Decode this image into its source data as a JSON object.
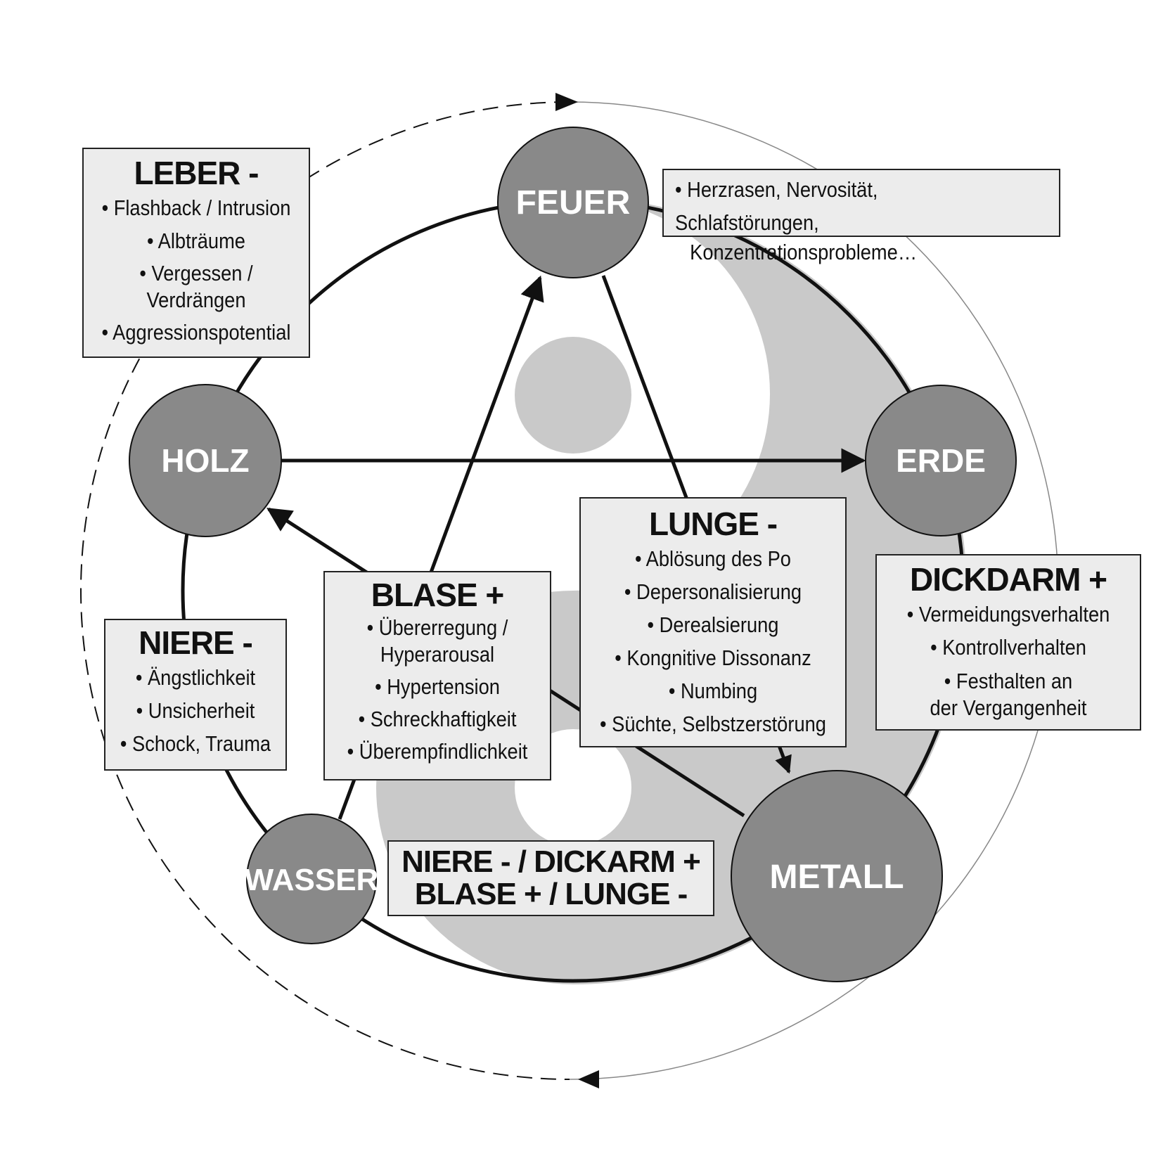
{
  "elements": {
    "feuer": "FEUER",
    "erde": "ERDE",
    "metall": "METALL",
    "wasser": "WASSER",
    "holz": "HOLZ"
  },
  "boxes": {
    "leber": {
      "title": "LEBER -",
      "lines": [
        "• Flashback / Intrusion",
        "• Albträume",
        "• Vergessen /",
        "Verdrängen",
        "• Aggressionspotential"
      ]
    },
    "feuer_symptoms": {
      "lines": [
        "• Herzrasen, Nervosität, Schlafstörungen,",
        "Konzentrationsprobleme…"
      ]
    },
    "lunge": {
      "title": "LUNGE -",
      "lines": [
        "• Ablösung des Po",
        "• Depersonalisierung",
        "• Derealsierung",
        "• Kongnitive Dissonanz",
        "• Numbing",
        "• Süchte, Selbstzerstörung"
      ]
    },
    "dickdarm": {
      "title": "DICKDARM +",
      "lines": [
        "• Vermeidungsverhalten",
        "• Kontrollverhalten",
        "• Festhalten an",
        "der Vergangenheit"
      ]
    },
    "blase": {
      "title": "BLASE +",
      "lines": [
        "• Übererregung /",
        "Hyperarousal",
        "• Hypertension",
        "• Schreckhaftigkeit",
        "• Überempfindlichkeit"
      ]
    },
    "niere": {
      "title": "NIERE -",
      "lines": [
        "• Ängstlichkeit",
        "• Unsicherheit",
        "• Schock, Trauma"
      ]
    },
    "combo": {
      "line1": "NIERE - / DICKARM +",
      "line2": "BLASE + / LUNGE -"
    }
  }
}
